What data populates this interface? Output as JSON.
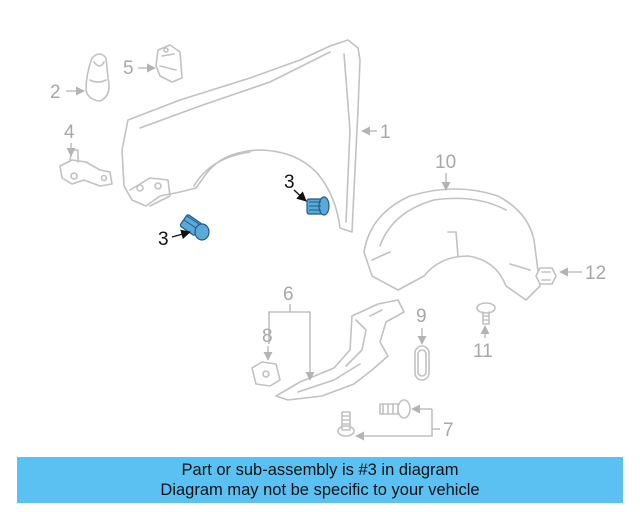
{
  "diagram": {
    "callouts": {
      "c1": "1",
      "c2": "2",
      "c3a": "3",
      "c3b": "3",
      "c4": "4",
      "c5": "5",
      "c6": "6",
      "c7": "7",
      "c8": "8",
      "c9": "9",
      "c10": "10",
      "c11": "11",
      "c12": "12"
    },
    "highlight_color": "#5aa9d8",
    "highlighted_part": "3"
  },
  "footer": {
    "line1": "Part or sub-assembly is #3 in diagram",
    "line2": "Diagram may not be specific to your vehicle",
    "background": "#5bc0f2"
  }
}
